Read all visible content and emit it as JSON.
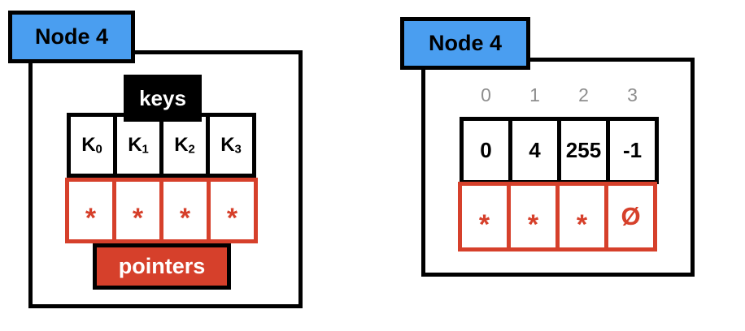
{
  "left_diagram": {
    "node_label": "Node 4",
    "keys_badge": "keys",
    "pointers_badge": "pointers",
    "keys": [
      {
        "base": "K",
        "sub": "0"
      },
      {
        "base": "K",
        "sub": "1"
      },
      {
        "base": "K",
        "sub": "2"
      },
      {
        "base": "K",
        "sub": "3"
      }
    ],
    "pointers": [
      "*",
      "*",
      "*",
      "*"
    ]
  },
  "right_diagram": {
    "node_label": "Node 4",
    "indices": [
      "0",
      "1",
      "2",
      "3"
    ],
    "keys": [
      "0",
      "4",
      "255",
      "-1"
    ],
    "pointers": [
      "*",
      "*",
      "*",
      "Ø"
    ]
  },
  "colors": {
    "badge_blue": "#4a9ef0",
    "accent_red": "#d6402b",
    "badge_black": "#000000",
    "index_gray": "#8e8e8e"
  }
}
